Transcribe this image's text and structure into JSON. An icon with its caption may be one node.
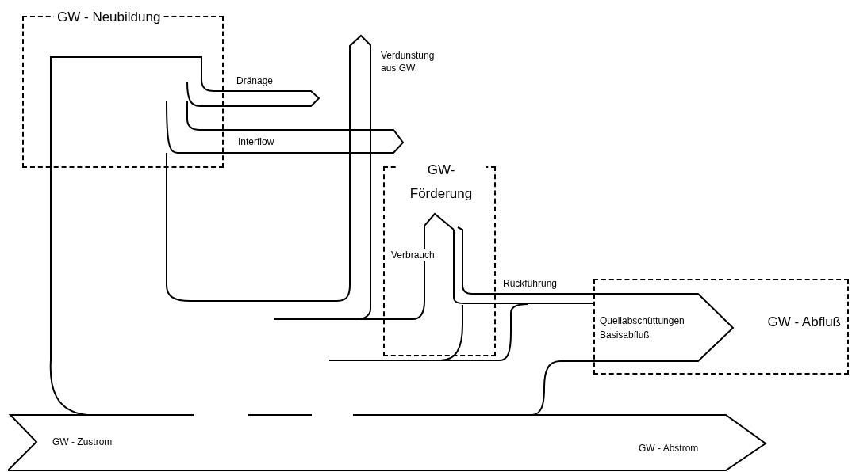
{
  "diagram": {
    "nodes": [
      {
        "text": [
          "GW - Neubildung"
        ]
      },
      {
        "text": [
          "GW- Förderung"
        ]
      },
      {
        "text": [
          "GW - Abfluß"
        ]
      }
    ],
    "labels": [
      "Dränage",
      "Verdunstung aus GW",
      "Interflow",
      "Verbrauch",
      "Rückführung",
      "Quellabschüttungen",
      "Basisabfluß",
      "GW - Zustrom",
      "GW - Abstrom"
    ]
  }
}
